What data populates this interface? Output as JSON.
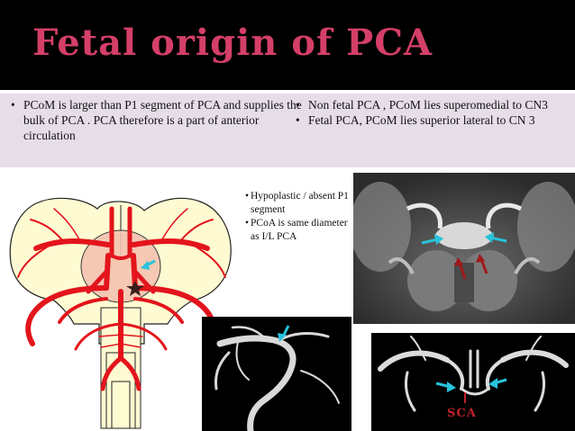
{
  "slide": {
    "title": "Fetal origin of PCA",
    "left_bullets": [
      "PCoM is larger than P1 segment of PCA and supplies the bulk of PCA . PCA therefore is a part of anterior circulation"
    ],
    "right_bullets": [
      "Non fetal PCA , PCoM lies superomedial to CN3",
      "Fetal PCA, PCoM   lies superior lateral to CN 3"
    ],
    "notes": [
      "Hypoplastic / absent P1 segment",
      "PCoA is same diameter as I/L PCA"
    ],
    "angio_label": "SCA"
  },
  "colors": {
    "title": "#d43f68",
    "header_band": "#e6dde9",
    "artery": "#e3141c",
    "arrow_cyan": "#27c3dc",
    "arrow_red": "#a01818",
    "brain_fill": "#fefbd2"
  }
}
